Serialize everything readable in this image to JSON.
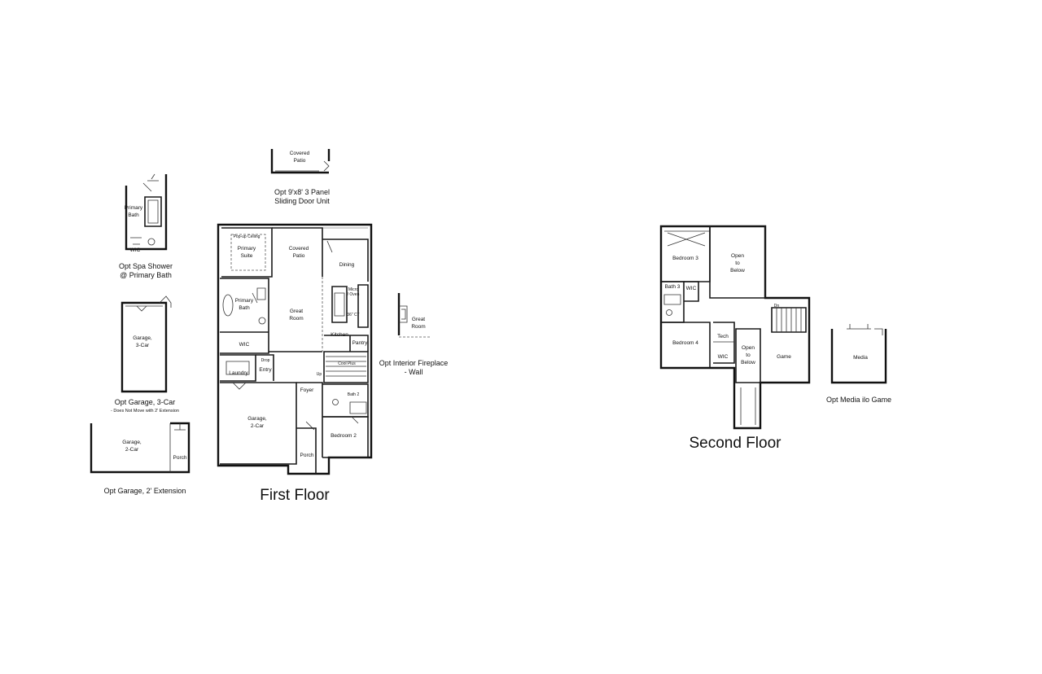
{
  "first_floor": {
    "title": "First Floor",
    "rooms": {
      "popup_ceiling": "Pop-up Ceiling",
      "primary_suite": [
        "Primary",
        "Suite"
      ],
      "covered_patio": [
        "Covered",
        "Patio"
      ],
      "dining": "Dining",
      "primary_bath": [
        "Primary",
        "Bath"
      ],
      "great_room": [
        "Great",
        "Room"
      ],
      "micro_oven": [
        "Micro",
        "/ Oven"
      ],
      "countertop": "36\" CT",
      "wic": "WIC",
      "kitchen": "Kitchen",
      "pantry": "Pantry",
      "drop": "Drop",
      "entry": "Entry",
      "cool_plus": "Cool Plus",
      "laundry": "Laundry",
      "up": "Up",
      "bath_2": "Bath 2",
      "foyer": "Foyer",
      "garage_2car": [
        "Garage,",
        "2-Car"
      ],
      "bedroom_2": "Bedroom 2",
      "porch": "Porch"
    }
  },
  "second_floor": {
    "title": "Second Floor",
    "rooms": {
      "bedroom_3": "Bedroom 3",
      "open_to_below": [
        "Open",
        "to",
        "Below"
      ],
      "bath_3": "Bath 3",
      "wic": "WIC",
      "dn": "Dn",
      "tech": "Tech",
      "bedroom_4": "Bedroom 4",
      "game": "Game"
    }
  },
  "options": {
    "sliding_door": {
      "room": [
        "Covered",
        "Patio"
      ],
      "caption": [
        "Opt 9'x8' 3 Panel",
        "Sliding Door Unit"
      ]
    },
    "spa_shower": {
      "room": [
        "Primary",
        "Bath"
      ],
      "wic": "WIC",
      "caption": [
        "Opt Spa Shower",
        "@ Primary Bath"
      ]
    },
    "garage_3car": {
      "room": [
        "Garage,",
        "3-Car"
      ],
      "caption": "Opt Garage, 3-Car",
      "note": "- Does Not Move with 2' Extension"
    },
    "garage_extension": {
      "garage": [
        "Garage,",
        "2-Car"
      ],
      "porch": "Porch",
      "caption": "Opt Garage, 2' Extension"
    },
    "fireplace": {
      "room": [
        "Great",
        "Room"
      ],
      "caption": [
        "Opt Interior Fireplace",
        "- Wall"
      ]
    },
    "media": {
      "room": "Media",
      "caption": "Opt Media ilo Game"
    }
  }
}
